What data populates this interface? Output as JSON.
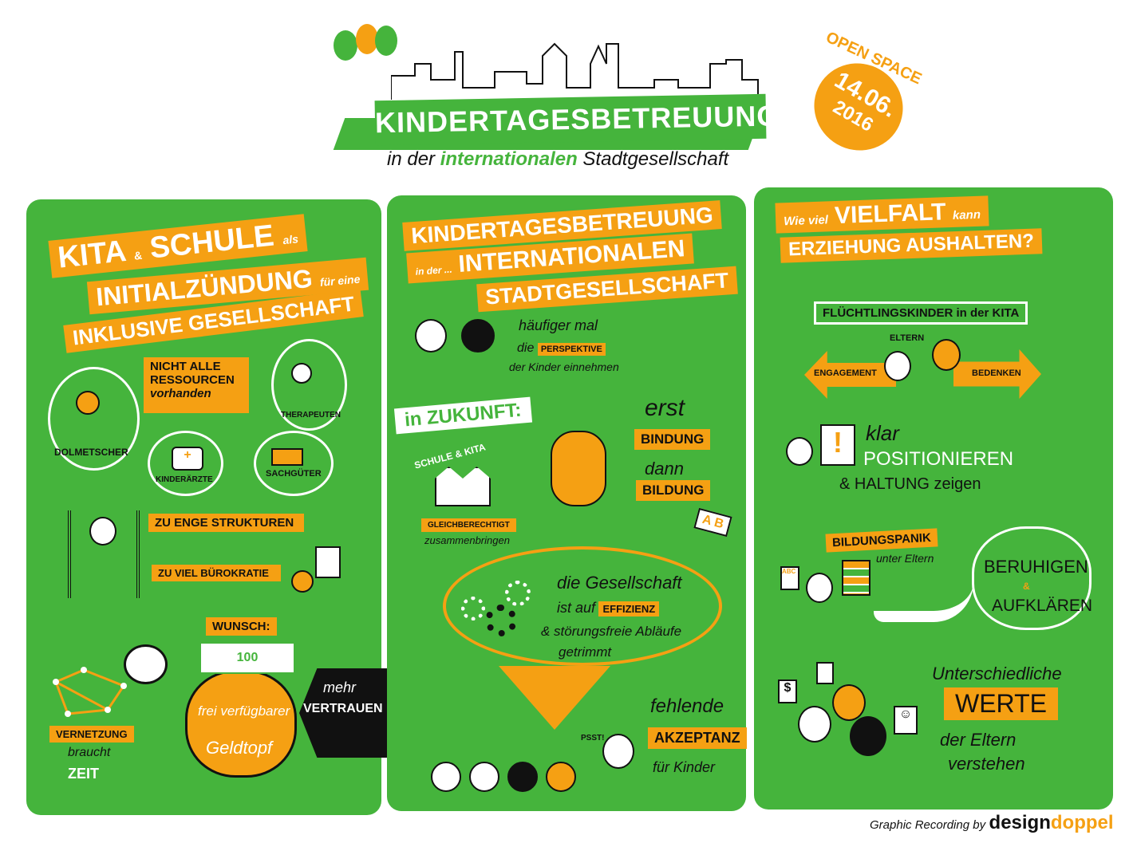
{
  "header": {
    "title": "KINDERTAGESBETREUUNG",
    "subtitle_pre": "in der",
    "subtitle_accent": "internationalen",
    "subtitle_post": "Stadtgesellschaft",
    "event": "OPEN SPACE",
    "date_day": "14.06.",
    "date_year": "2016",
    "colors": {
      "green": "#45b43c",
      "orange": "#f5a013"
    }
  },
  "left": {
    "banner": [
      "KiTA",
      "&",
      "SCHULE",
      "als",
      "INITIALZÜNDUNG",
      "für eine",
      "INKLUSIVE GESELLSCHAFT"
    ],
    "resources": "NICHT ALLE RESSOURCEN",
    "resources_2": "vorhanden",
    "dolmetscher": "DOLMETSCHER",
    "therapeuten": "THERAPEUTEN",
    "kinderaerzte": "KINDERÄRZTE",
    "sachgueter": "SACHGÜTER",
    "strukturen": "ZU ENGE STRUKTUREN",
    "buerokratie": "ZU VIEL BÜROKRATIE",
    "wunsch": "WUNSCH:",
    "pot_1": "frei verfügbarer",
    "pot_2": "Geldtopf",
    "money": "100",
    "vertrauen_1": "mehr",
    "vertrauen_2": "VERTRAUEN",
    "vernetzung": "VERNETZUNG",
    "braucht": "braucht",
    "zeit": "ZEIT"
  },
  "middle": {
    "banner_1": "KINDERTAGESBETREUUNG",
    "banner_2a": "in der ...",
    "banner_2b": "INTERNATIONALEN",
    "banner_3": "STADTGESELLSCHAFT",
    "perspektive_1": "häufiger mal",
    "perspektive_2a": "die",
    "perspektive_2b": "PERSPEKTIVE",
    "perspektive_3": "der Kinder einnehmen",
    "zukunft": "in ZUKUNFT:",
    "schule_kita": "SCHULE & KITA",
    "gleich": "GLEICHBERECHTIGT",
    "zusammen": "zusammenbringen",
    "erst": "erst",
    "bindung": "BINDUNG",
    "dann": "dann",
    "bildung": "BILDUNG",
    "book": "A B",
    "gesellschaft_1": "die Gesellschaft",
    "gesellschaft_2a": "ist auf",
    "gesellschaft_2b": "EFFIZIENZ",
    "gesellschaft_3": "& störungsfreie Abläufe",
    "gesellschaft_4": "getrimmt",
    "psst": "PSST!",
    "fehlende": "fehlende",
    "akzeptanz": "AKZEPTANZ",
    "fuer_kinder": "für Kinder"
  },
  "right": {
    "banner_1a": "Wie viel",
    "banner_1b": "VIELFALT",
    "banner_1c": "kann",
    "banner_2": "ERZIEHUNG AUSHALTEN?",
    "fluechtling": "FLÜCHTLINGSKINDER in der KITA",
    "eltern": "ELTERN",
    "engagement": "ENGAGEMENT",
    "bedenken": "BEDENKEN",
    "klar": "klar",
    "positionieren": "POSITIONIEREN",
    "haltung": "& HALTUNG zeigen",
    "bildungspanik": "BILDUNGSPANIK",
    "unter_eltern": "unter Eltern",
    "abc": "ABC",
    "beruhigen": "BERUHIGEN",
    "und": "&",
    "aufklaeren": "AUFKLÄREN",
    "unterschiedliche": "Unterschiedliche",
    "werte": "WERTE",
    "der_eltern": "der Eltern",
    "verstehen": "verstehen"
  },
  "footer": {
    "credit": "Graphic Recording by",
    "brand_1": "design",
    "brand_2": "doppel"
  }
}
